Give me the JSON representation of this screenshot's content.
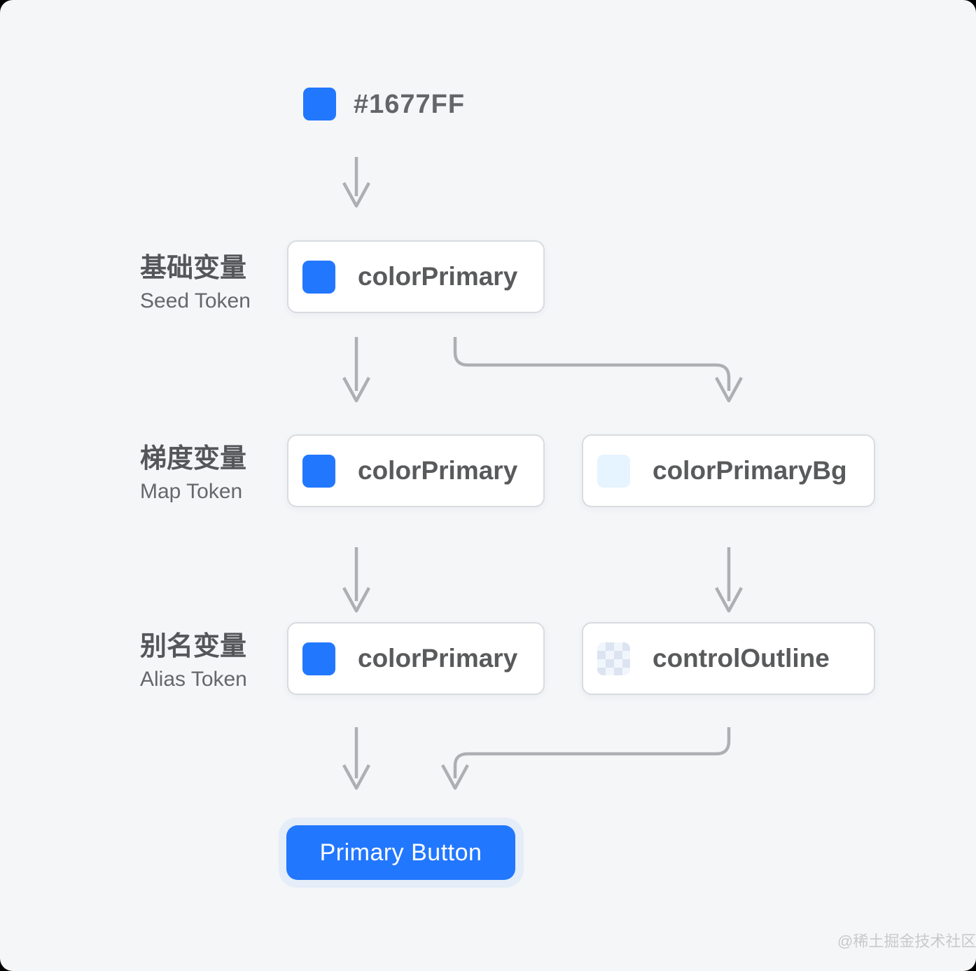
{
  "page": {
    "background": "#F5F6F8",
    "watermark": "@稀土掘金技术社区"
  },
  "seed_value": {
    "label": "#1677FF",
    "swatch": "solid-blue-square"
  },
  "rows": [
    {
      "title_zh": "基础变量",
      "title_en": "Seed Token",
      "boxes": [
        {
          "label": "colorPrimary",
          "swatch": "solid-blue-square",
          "swatch_color": "#2277FF"
        }
      ]
    },
    {
      "title_zh": "梯度变量",
      "title_en": "Map Token",
      "boxes": [
        {
          "label": "colorPrimary",
          "swatch": "solid-blue-square",
          "swatch_color": "#2277FF"
        },
        {
          "label": "colorPrimaryBg",
          "swatch": "light-blue-square",
          "swatch_color": "#E6F4FF"
        }
      ]
    },
    {
      "title_zh": "别名变量",
      "title_en": "Alias Token",
      "boxes": [
        {
          "label": "colorPrimary",
          "swatch": "solid-blue-square",
          "swatch_color": "#2277FF"
        },
        {
          "label": "controlOutline",
          "swatch": "checker-transparency-square",
          "swatch_colors": [
            "#DCE4F1",
            "#F1F6FC"
          ]
        }
      ]
    }
  ],
  "component": {
    "button_label": "Primary Button",
    "button_color": "#2277FF",
    "halo_color": "#E4EDF8"
  },
  "colors": {
    "primary_blue": "#2277FF",
    "arrow_gray": "#AEAFB2",
    "box_border": "#D8DBE0",
    "label_text": "#55565A",
    "token_text": "#595A5C"
  }
}
